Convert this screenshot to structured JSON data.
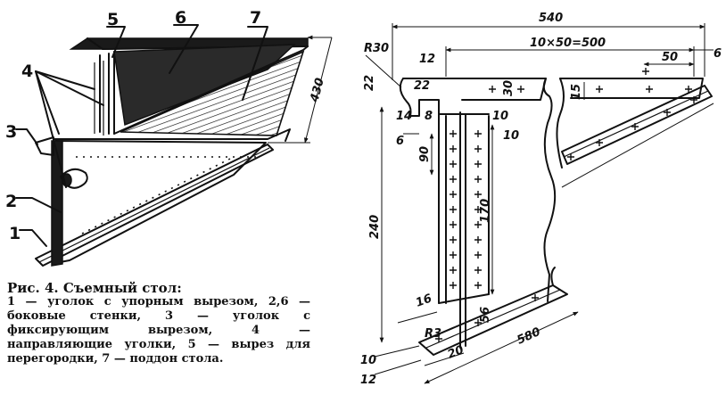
{
  "figure": {
    "caption_title": "Рис. 4.  Съемный стол:",
    "caption_body": "1 — уголок с упорным вырезом, 2,6 — боковые стенки, 3 — уголок с фиксирующим вырезом, 4 — направляющие уголки, 5 — вырез для перегородки, 7 — поддон стола."
  },
  "callouts": {
    "c1": "1",
    "c2": "2",
    "c3": "3",
    "c4": "4",
    "c5": "5",
    "c6": "6",
    "c7": "7"
  },
  "dimensions": {
    "d430": "430",
    "d540": "540",
    "d10x50": "10×50=500",
    "d6a": "6",
    "dR30": "R30",
    "d12a": "12",
    "d22a": "22",
    "d22b": "22",
    "d14": "14",
    "d8": "8",
    "d30": "30",
    "d10a": "10",
    "d10b": "10",
    "d6b": "6",
    "d50": "50",
    "d15": "15",
    "d90": "90",
    "d170": "170",
    "d240": "240",
    "d16": "16",
    "dR3": "R3",
    "d56": "56",
    "d20": "20",
    "d580": "580",
    "d10c": "10",
    "d12b": "12"
  }
}
